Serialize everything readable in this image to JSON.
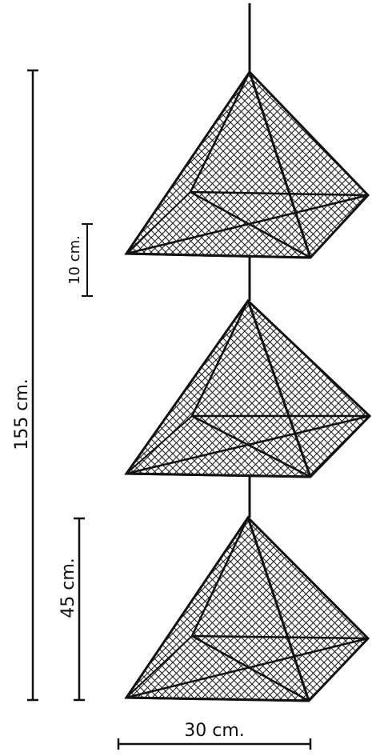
{
  "dimensions": {
    "total_height": "155 cm.",
    "module_spacing": "10 cm.",
    "module_height": "45 cm.",
    "base_width": "30 cm."
  },
  "colors": {
    "ink": "#111111",
    "mesh": "#222222",
    "paper": "#ffffff"
  }
}
